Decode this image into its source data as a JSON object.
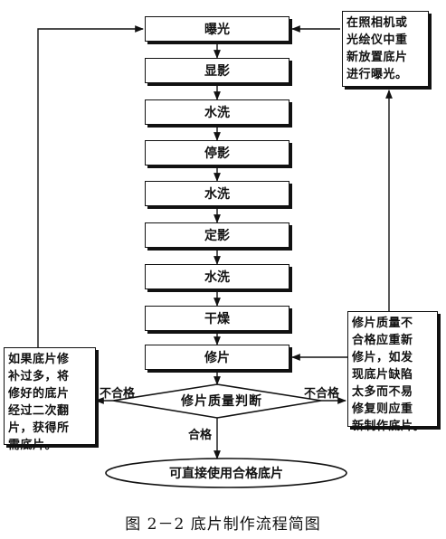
{
  "steps": [
    "曝光",
    "显影",
    "水洗",
    "停影",
    "水洗",
    "定影",
    "水洗",
    "干燥",
    "修片"
  ],
  "decision": "修片质量判断",
  "final_step": "可直接使用合格底片",
  "edge_labels": {
    "pass": "合格",
    "fail_left": "不合格",
    "fail_right": "不合格"
  },
  "notes": {
    "top_right": "在照相机或\n光绘仪中重\n新放置底片\n进行曝光。",
    "left": "如果底片修\n补过多，将\n修好的底片\n经过二次翻\n片，获得所\n需底片。",
    "right": "修片质量不\n合格应重新\n修片，如发\n现底片缺陷\n太多而不易\n修复则应重\n新制作底片。"
  },
  "caption": "图 2－2    底片制作流程简图"
}
